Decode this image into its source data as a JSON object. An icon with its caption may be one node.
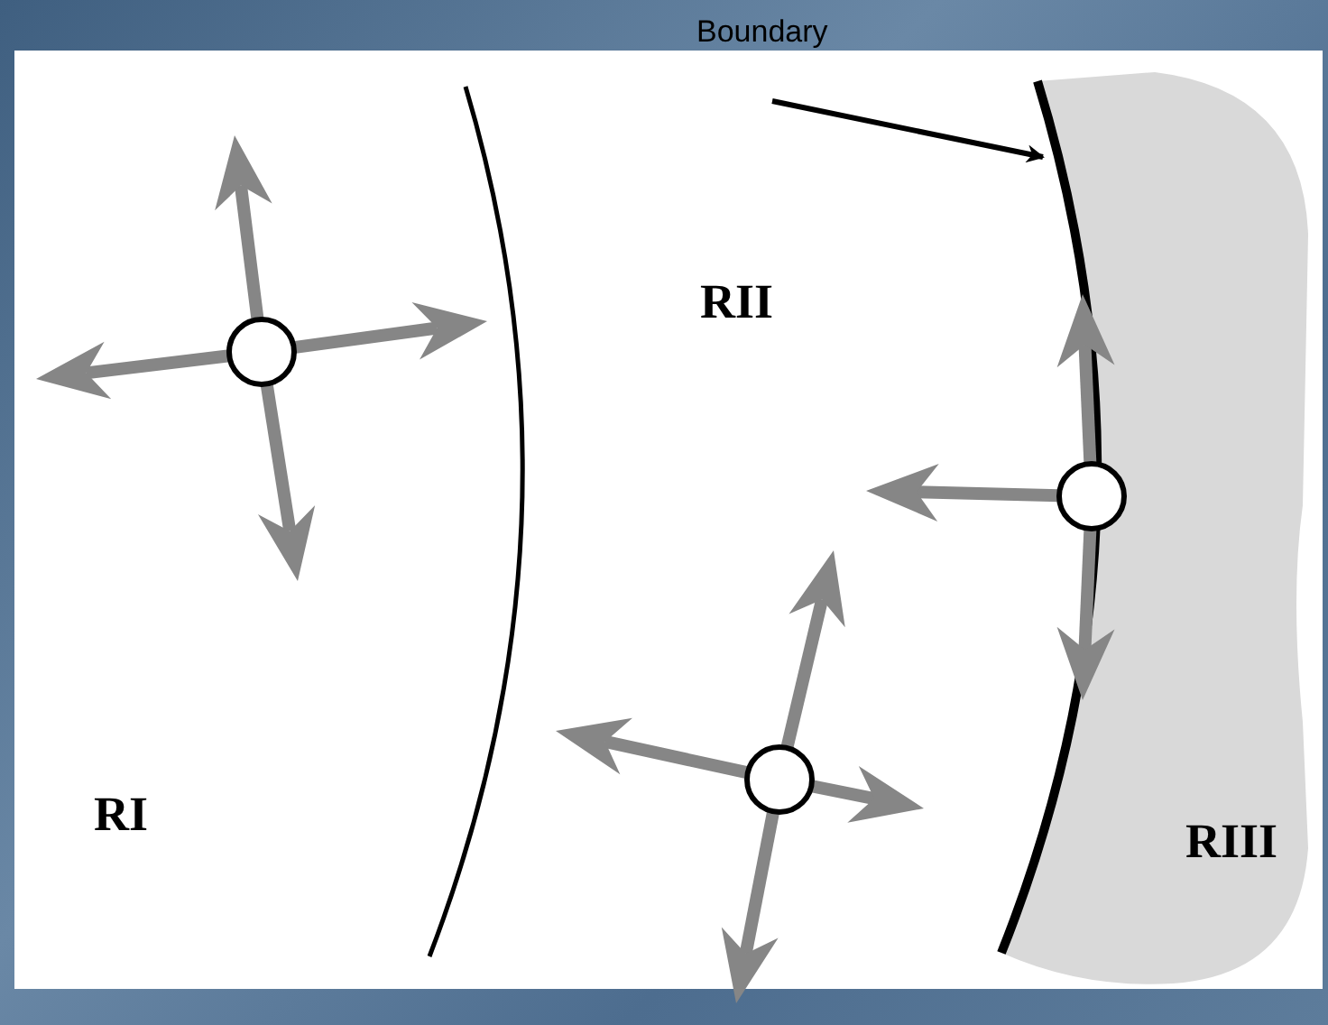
{
  "diagram": {
    "nodes": [
      {
        "text": [
          "Boundary"
        ]
      },
      {
        "text": [],
        "shape": "line"
      },
      {
        "text": [
          "RIII"
        ]
      }
    ],
    "edges": [
      {
        "from": 0,
        "to": 1,
        "arrow": "to"
      }
    ],
    "labels": [
      "RII",
      "RI"
    ]
  }
}
